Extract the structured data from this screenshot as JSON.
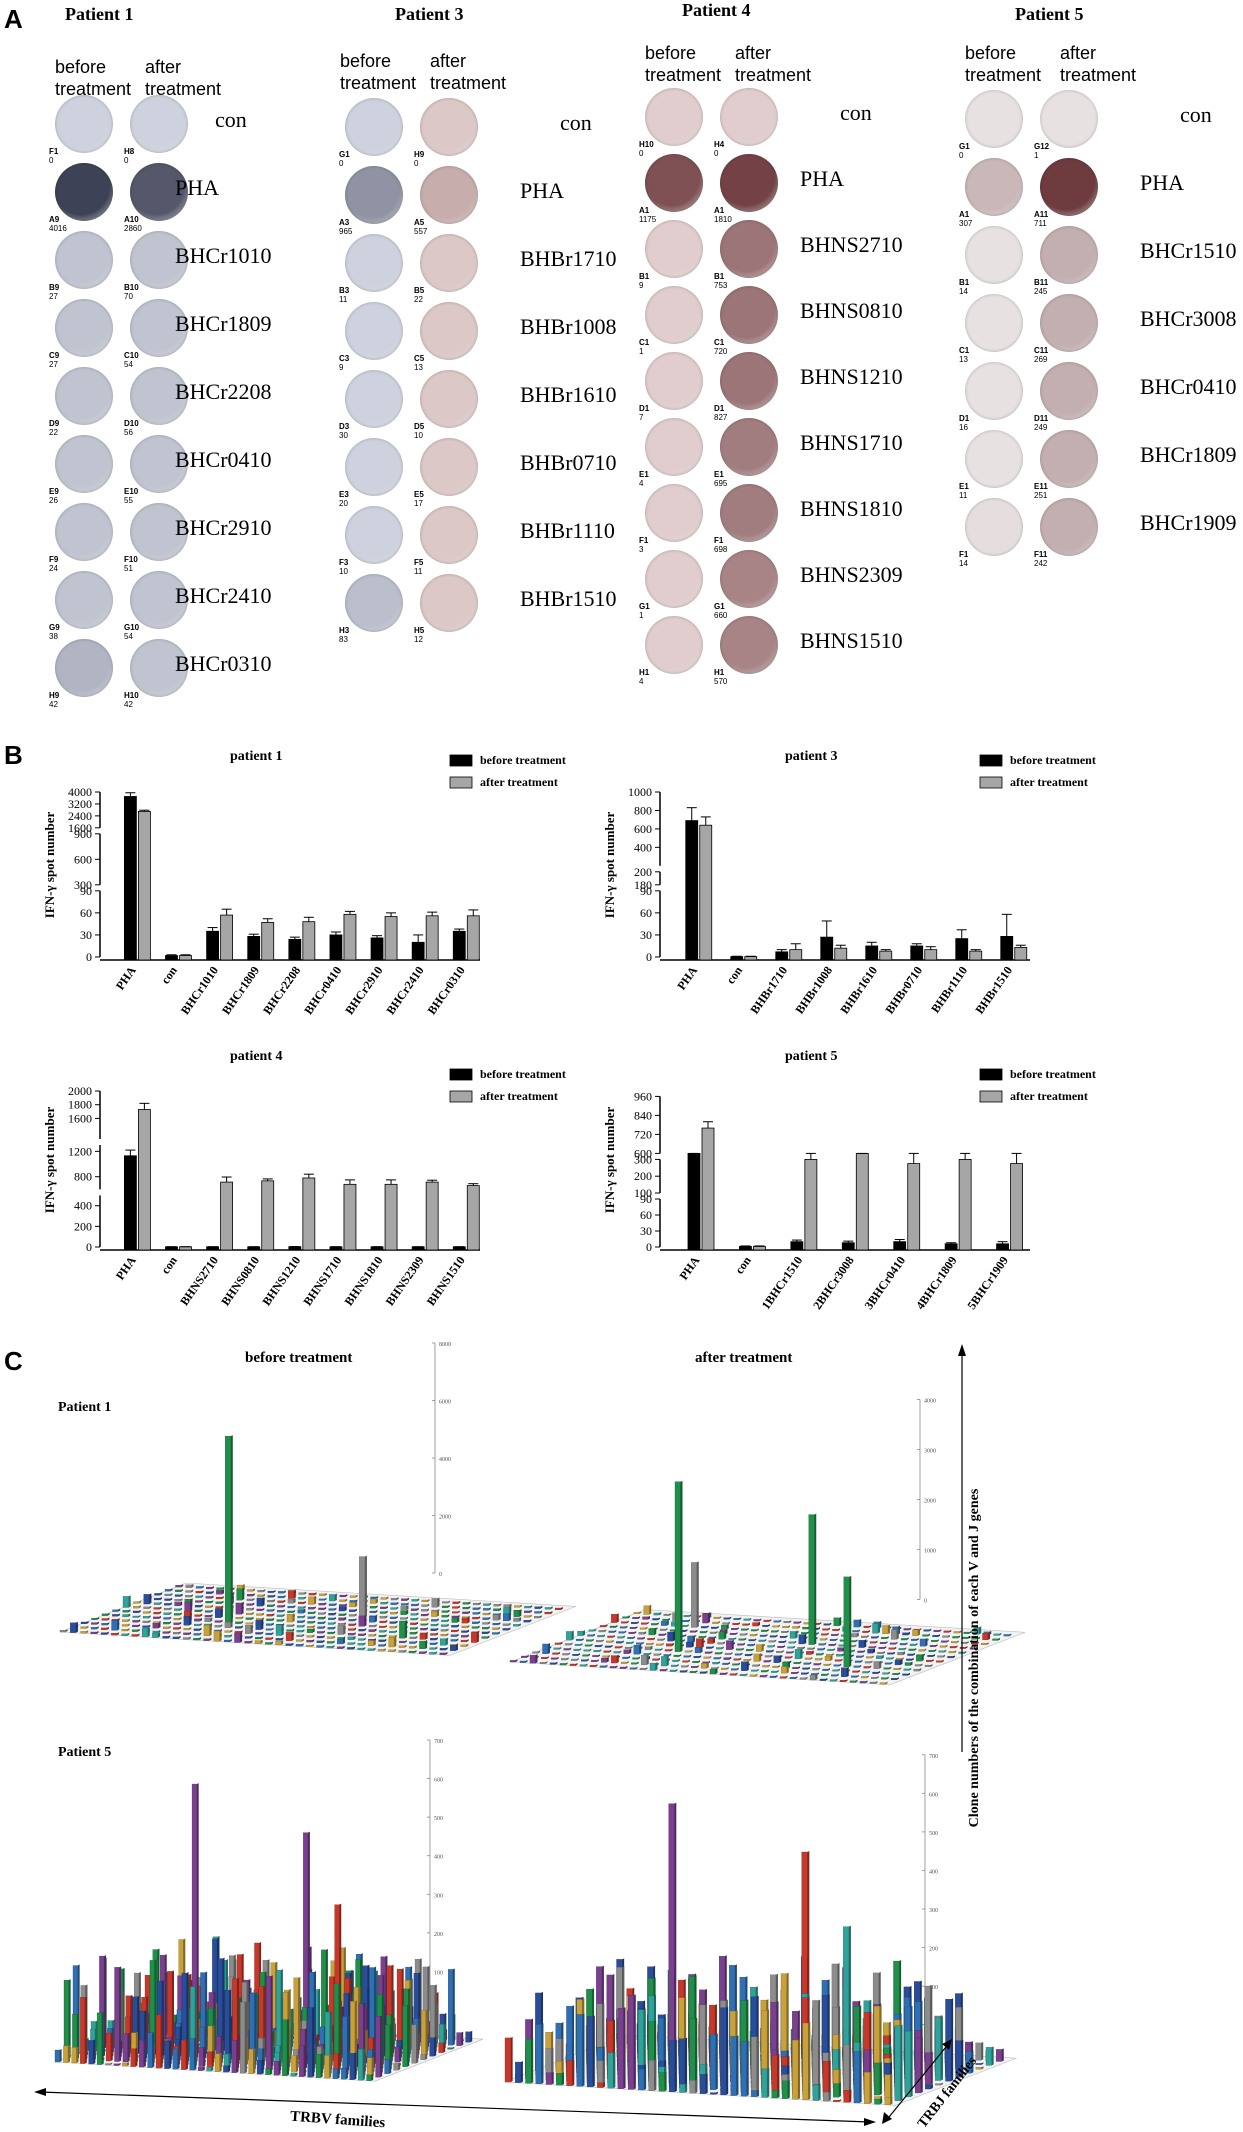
{
  "panels": {
    "a": "A",
    "b": "B",
    "c": "C"
  },
  "panel_a": {
    "before_label": "before\ntreatment",
    "after_label": "after\ntreatment",
    "colors": {
      "blue_bg": "#c9ccd6",
      "blue_dark": "#3e4256",
      "red_bg": "#dcc6c6",
      "red_dark": "#6e3b3f"
    },
    "patients": [
      {
        "title": "Patient 1",
        "style": "blue",
        "rows": [
          {
            "stim": "con",
            "b_id": "F1",
            "b_n": "0",
            "a_id": "H8",
            "a_n": "0",
            "b_lvl": 0.0,
            "a_lvl": 0.0
          },
          {
            "stim": "PHA",
            "b_id": "A9",
            "b_n": "4016",
            "a_id": "A10",
            "a_n": "2860",
            "b_lvl": 1.0,
            "a_lvl": 0.85
          },
          {
            "stim": "BHCr1010",
            "b_id": "B9",
            "b_n": "27",
            "a_id": "B10",
            "a_n": "70",
            "b_lvl": 0.1,
            "a_lvl": 0.1
          },
          {
            "stim": "BHCr1809",
            "b_id": "C9",
            "b_n": "27",
            "a_id": "C10",
            "a_n": "54",
            "b_lvl": 0.1,
            "a_lvl": 0.1
          },
          {
            "stim": "BHCr2208",
            "b_id": "D9",
            "b_n": "22",
            "a_id": "D10",
            "a_n": "56",
            "b_lvl": 0.1,
            "a_lvl": 0.1
          },
          {
            "stim": "BHCr0410",
            "b_id": "E9",
            "b_n": "26",
            "a_id": "E10",
            "a_n": "55",
            "b_lvl": 0.1,
            "a_lvl": 0.1
          },
          {
            "stim": "BHCr2910",
            "b_id": "F9",
            "b_n": "24",
            "a_id": "F10",
            "a_n": "51",
            "b_lvl": 0.1,
            "a_lvl": 0.1
          },
          {
            "stim": "BHCr2410",
            "b_id": "G9",
            "b_n": "38",
            "a_id": "G10",
            "a_n": "54",
            "b_lvl": 0.1,
            "a_lvl": 0.1
          },
          {
            "stim": "BHCr0310",
            "b_id": "H9",
            "b_n": "42",
            "a_id": "H10",
            "a_n": "42",
            "b_lvl": 0.2,
            "a_lvl": 0.1
          }
        ]
      },
      {
        "title": "Patient 3",
        "style": "mixed",
        "rows": [
          {
            "stim": "con",
            "b_id": "G1",
            "b_n": "0",
            "a_id": "H9",
            "a_n": "0",
            "b_lvl": 0.0,
            "a_lvl": 0.0
          },
          {
            "stim": "PHA",
            "b_id": "A3",
            "b_n": "965",
            "a_id": "A5",
            "a_n": "557",
            "b_lvl": 0.5,
            "a_lvl": 0.3
          },
          {
            "stim": "BHBr1710",
            "b_id": "B3",
            "b_n": "11",
            "a_id": "B5",
            "a_n": "22",
            "b_lvl": 0.0,
            "a_lvl": 0.0
          },
          {
            "stim": "BHBr1008",
            "b_id": "C3",
            "b_n": "9",
            "a_id": "C5",
            "a_n": "13",
            "b_lvl": 0.0,
            "a_lvl": 0.0
          },
          {
            "stim": "BHBr1610",
            "b_id": "D3",
            "b_n": "30",
            "a_id": "D5",
            "a_n": "10",
            "b_lvl": 0.0,
            "a_lvl": 0.0
          },
          {
            "stim": "BHBr0710",
            "b_id": "E3",
            "b_n": "20",
            "a_id": "E5",
            "a_n": "17",
            "b_lvl": 0.0,
            "a_lvl": 0.0
          },
          {
            "stim": "BHBr1110",
            "b_id": "F3",
            "b_n": "10",
            "a_id": "F5",
            "a_n": "11",
            "b_lvl": 0.0,
            "a_lvl": 0.0
          },
          {
            "stim": "BHBr1510",
            "b_id": "H3",
            "b_n": "83",
            "a_id": "H5",
            "a_n": "12",
            "b_lvl": 0.15,
            "a_lvl": 0.0
          }
        ]
      },
      {
        "title": "Patient 4",
        "style": "red",
        "rows": [
          {
            "stim": "con",
            "b_id": "H10",
            "b_n": "0",
            "a_id": "H4",
            "a_n": "0",
            "b_lvl": 0.0,
            "a_lvl": 0.0
          },
          {
            "stim": "PHA",
            "b_id": "A1",
            "b_n": "1175",
            "a_id": "A1",
            "a_n": "1810",
            "b_lvl": 0.85,
            "a_lvl": 0.95
          },
          {
            "stim": "BHNS2710",
            "b_id": "B1",
            "b_n": "9",
            "a_id": "B1",
            "a_n": "753",
            "b_lvl": 0.0,
            "a_lvl": 0.6
          },
          {
            "stim": "BHNS0810",
            "b_id": "C1",
            "b_n": "1",
            "a_id": "C1",
            "a_n": "720",
            "b_lvl": 0.0,
            "a_lvl": 0.6
          },
          {
            "stim": "BHNS1210",
            "b_id": "D1",
            "b_n": "7",
            "a_id": "D1",
            "a_n": "827",
            "b_lvl": 0.0,
            "a_lvl": 0.6
          },
          {
            "stim": "BHNS1710",
            "b_id": "E1",
            "b_n": "4",
            "a_id": "E1",
            "a_n": "695",
            "b_lvl": 0.0,
            "a_lvl": 0.55
          },
          {
            "stim": "BHNS1810",
            "b_id": "F1",
            "b_n": "3",
            "a_id": "F1",
            "a_n": "698",
            "b_lvl": 0.0,
            "a_lvl": 0.55
          },
          {
            "stim": "BHNS2309",
            "b_id": "G1",
            "b_n": "1",
            "a_id": "G1",
            "a_n": "660",
            "b_lvl": 0.0,
            "a_lvl": 0.5
          },
          {
            "stim": "BHNS1510",
            "b_id": "H1",
            "b_n": "4",
            "a_id": "H1",
            "a_n": "570",
            "b_lvl": 0.0,
            "a_lvl": 0.5
          }
        ]
      },
      {
        "title": "Patient 5",
        "style": "pale",
        "rows": [
          {
            "stim": "con",
            "b_id": "G1",
            "b_n": "0",
            "a_id": "G12",
            "a_n": "1",
            "b_lvl": 0.0,
            "a_lvl": 0.0
          },
          {
            "stim": "PHA",
            "b_id": "A1",
            "b_n": "307",
            "a_id": "A11",
            "a_n": "711",
            "b_lvl": 0.25,
            "a_lvl": 1.0
          },
          {
            "stim": "BHCr1510",
            "b_id": "B1",
            "b_n": "14",
            "a_id": "B11",
            "a_n": "245",
            "b_lvl": 0.0,
            "a_lvl": 0.3
          },
          {
            "stim": "BHCr3008",
            "b_id": "C1",
            "b_n": "13",
            "a_id": "C11",
            "a_n": "269",
            "b_lvl": 0.0,
            "a_lvl": 0.3
          },
          {
            "stim": "BHCr0410",
            "b_id": "D1",
            "b_n": "16",
            "a_id": "D11",
            "a_n": "249",
            "b_lvl": 0.0,
            "a_lvl": 0.3
          },
          {
            "stim": "BHCr1809",
            "b_id": "E1",
            "b_n": "11",
            "a_id": "E11",
            "a_n": "251",
            "b_lvl": 0.0,
            "a_lvl": 0.3
          },
          {
            "stim": "BHCr1909",
            "b_id": "F1",
            "b_n": "14",
            "a_id": "F11",
            "a_n": "242",
            "b_lvl": 0.02,
            "a_lvl": 0.3
          }
        ]
      }
    ]
  },
  "chart_data": [
    {
      "type": "bar",
      "title": "patient 1",
      "ylabel": "IFN-γ spot number",
      "xlabel": "",
      "categories": [
        "PHA",
        "con",
        "BHCr1010",
        "BHCr1809",
        "BHCr2208",
        "BHCr0410",
        "BHCr2910",
        "BHCr2410",
        "BHCr0310"
      ],
      "series": [
        {
          "name": "before treatment",
          "color": "#000000",
          "values": [
            3700,
            2,
            35,
            28,
            24,
            30,
            26,
            20,
            35
          ],
          "errors": [
            250,
            1,
            5,
            3,
            3,
            4,
            3,
            10,
            3
          ]
        },
        {
          "name": "after treatment",
          "color": "#a6a6a6",
          "values": [
            2700,
            2,
            57,
            47,
            48,
            58,
            55,
            56,
            56
          ],
          "errors": [
            80,
            1,
            8,
            5,
            6,
            4,
            5,
            5,
            8
          ]
        }
      ],
      "ylim": [
        0,
        4000
      ],
      "broken_axis": true,
      "ticks": [
        0,
        30,
        60,
        90,
        300,
        600,
        900,
        1600,
        2400,
        3200,
        4000
      ],
      "legend": "top-right"
    },
    {
      "type": "bar",
      "title": "patient 3",
      "ylabel": "IFN-γ spot number",
      "xlabel": "",
      "categories": [
        "PHA",
        "con",
        "BHBr1710",
        "BHBr1008",
        "BHBr1610",
        "BHBr0710",
        "BHBr1110",
        "BHBr1510"
      ],
      "series": [
        {
          "name": "before treatment",
          "color": "#000000",
          "values": [
            690,
            0.5,
            7,
            27,
            15,
            15,
            25,
            28
          ],
          "errors": [
            140,
            0.5,
            3,
            22,
            5,
            3,
            12,
            30
          ]
        },
        {
          "name": "after treatment",
          "color": "#a6a6a6",
          "values": [
            640,
            0.5,
            10,
            12,
            8,
            10,
            8,
            13
          ],
          "errors": [
            90,
            0.5,
            8,
            4,
            2,
            4,
            2,
            3
          ]
        }
      ],
      "ylim": [
        0,
        1000
      ],
      "broken_axis": true,
      "ticks": [
        0,
        30,
        60,
        90,
        180,
        200,
        400,
        600,
        800,
        1000
      ],
      "legend": "top-right"
    },
    {
      "type": "bar",
      "title": "patient 4",
      "ylabel": "IFN-γ spot number",
      "xlabel": "",
      "categories": [
        "PHA",
        "con",
        "BHNS2710",
        "BHNS0810",
        "BHNS1210",
        "BHNS1710",
        "BHNS1810",
        "BHNS2309",
        "BHNS1510"
      ],
      "series": [
        {
          "name": "before treatment",
          "color": "#000000",
          "values": [
            1130,
            2,
            2,
            2,
            3,
            2,
            2,
            2,
            2
          ],
          "errors": [
            90,
            1,
            1,
            1,
            1,
            1,
            1,
            1,
            1
          ]
        },
        {
          "name": "after treatment",
          "color": "#a6a6a6",
          "values": [
            1730,
            2,
            715,
            735,
            780,
            680,
            680,
            715,
            660
          ],
          "errors": [
            90,
            1,
            80,
            30,
            60,
            70,
            70,
            30,
            30
          ]
        }
      ],
      "ylim": [
        0,
        2000
      ],
      "broken_axis": true,
      "ticks": [
        0,
        200,
        400,
        800,
        1200,
        1600,
        1800,
        2000
      ],
      "legend": "top-right"
    },
    {
      "type": "bar",
      "title": "patient 5",
      "ylabel": "IFN-γ spot number",
      "xlabel": "",
      "categories": [
        "PHA",
        "con",
        "1BHCr1510",
        "2BHCr3008",
        "3BHCr0410",
        "4BHCr1809",
        "5BHCr1909"
      ],
      "series": [
        {
          "name": "before treatment",
          "color": "#000000",
          "values": [
            330,
            1,
            10,
            8,
            10,
            6,
            6
          ],
          "errors": [
            35,
            1,
            3,
            3,
            4,
            2,
            4
          ]
        },
        {
          "name": "after treatment",
          "color": "#a6a6a6",
          "values": [
            760,
            1,
            300,
            315,
            275,
            300,
            275
          ],
          "errors": [
            40,
            1,
            55,
            50,
            30,
            50,
            35
          ]
        }
      ],
      "ylim": [
        0,
        960
      ],
      "broken_axis": true,
      "ticks": [
        0,
        30,
        60,
        90,
        100,
        200,
        300,
        600,
        720,
        840,
        960
      ],
      "legend": "top-right"
    },
    {
      "type": "bar3d",
      "title": "before treatment",
      "subtitle": "Patient 1",
      "zticks": [
        "0",
        "2000",
        "4000",
        "6000",
        "8000"
      ],
      "highlights": [
        {
          "series": "green",
          "value": 6500
        },
        {
          "series": "gray",
          "value": 2100
        },
        {
          "series": "green",
          "value": 600
        },
        {
          "series": "green",
          "value": 400
        }
      ]
    },
    {
      "type": "bar3d",
      "title": "after treatment",
      "subtitle": "Patient 1",
      "zticks": [
        "0",
        "1000",
        "2000",
        "3000",
        "4000"
      ],
      "highlights": [
        {
          "series": "green",
          "value": 3400
        },
        {
          "series": "green",
          "value": 2600
        },
        {
          "series": "green",
          "value": 1800
        },
        {
          "series": "gray",
          "value": 1300
        }
      ]
    },
    {
      "type": "bar3d",
      "title": "before treatment",
      "subtitle": "Patient 5",
      "zticks": [
        "0",
        "100",
        "200",
        "300",
        "400",
        "500",
        "600",
        "700"
      ],
      "highlights": [
        {
          "series": "purple",
          "value": 700
        },
        {
          "series": "purple",
          "value": 560
        },
        {
          "series": "red",
          "value": 420
        }
      ]
    },
    {
      "type": "bar3d",
      "title": "after treatment",
      "subtitle": "Patient 5",
      "zticks": [
        "0",
        "100",
        "200",
        "300",
        "400",
        "500",
        "600",
        "700"
      ],
      "highlights": [
        {
          "series": "purple",
          "value": 700
        },
        {
          "series": "red",
          "value": 560
        },
        {
          "series": "teal",
          "value": 420
        }
      ]
    }
  ],
  "panel_c": {
    "before_title": "before treatment",
    "after_title": "after treatment",
    "patient1_label": "Patient 1",
    "patient5_label": "Patient 5",
    "z_axis_label": "Clone numbers of the combination of each V and J genes",
    "x_axis_label": "TRBV families",
    "y_axis_label": "TRBJ families",
    "bar_colors": [
      "#2f6fb3",
      "#c8a13a",
      "#1f8f4a",
      "#8c8c8c",
      "#7a3f8f",
      "#c8382a",
      "#2fa39a",
      "#2a4d9b"
    ]
  }
}
